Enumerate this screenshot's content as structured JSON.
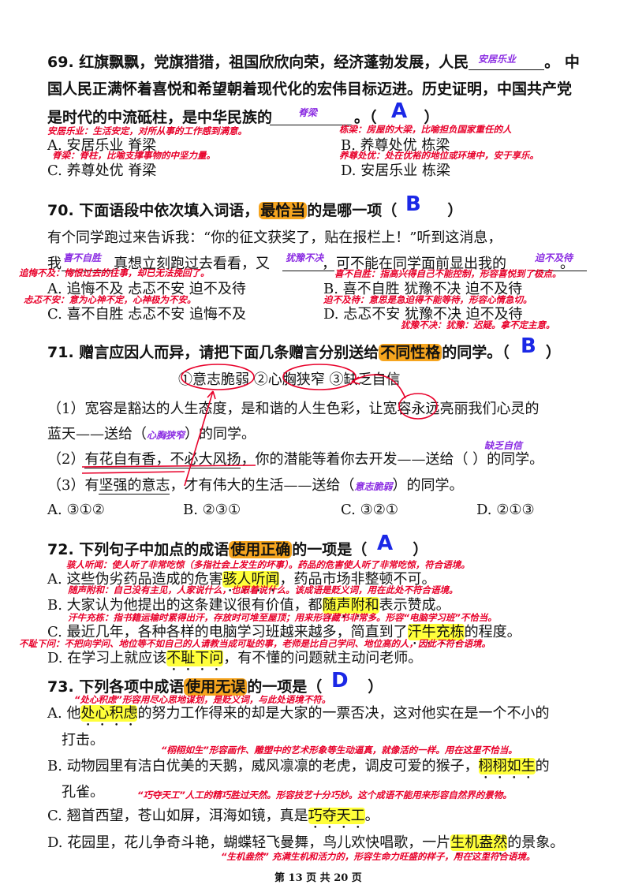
{
  "q69": {
    "line1a": "69. 红旗飘飘，党旗猎猎，祖国欣欣向荣，经济蓬勃发展，人民",
    "line1b": "。 中",
    "line2": "国人民正满怀着喜悦和希望朝着现代化的宏伟目标迈进。历史证明，中国共产党",
    "line3a": "是时代的中流砥柱，是中华民族的",
    "line3b": "。（",
    "line3c": "）",
    "fill1": "安居乐业",
    "fill2": "脊梁",
    "answer": "A",
    "noteL1": "安居乐业：生活安定，对所从事的工作感到满意。",
    "noteR1": "栋梁：房屋的大梁，比喻担负国家重任的人",
    "noteL2": "脊梁：脊柱，比喻支撑事物的中坚力量。",
    "noteR2": "养尊处优：处在优裕的地位或环境中，安于享乐。",
    "optA": "A. 安居乐业  脊梁",
    "optB": "B. 养尊处优  栋梁",
    "optC": "C. 养尊处优  脊梁",
    "optD": "D. 安居乐业  栋梁"
  },
  "q70": {
    "stem_a": "70. 下面语段中依次填入词语，",
    "stem_hl": "最恰当",
    "stem_b": "的是哪一项（",
    "stem_c": "）",
    "answer": "B",
    "line1": "有个同学跑过来告诉我：“你的征文获奖了，贴在报栏上！”听到这消息，",
    "line2a": "我",
    "line2b": "真想立刻跑过去看看，又",
    "line2c": "，可不能在同学面前显出我的",
    "line2d": "。",
    "fill1": "喜不自胜",
    "fill2": "犹豫不决",
    "fill3": "迫不及待",
    "noteL1": "追悔不及：悔恨过去的往事，却已无法挽回了。",
    "noteR1": "喜不自胜：指高兴得自己不能控制，形容喜悦到了极点。",
    "optA": "A. 追悔不及   忐忑不安   迫不及待",
    "optB": "B. 喜不自胜   犹豫不决   迫不及待",
    "noteL2": "忐忑不安：意为心神不定，心神极为不安。",
    "noteR2": "迫不及待：意思是急迫得不能等待，形容心情急切。",
    "optC": "C. 喜不自胜   忐忑不安   追悔不及",
    "optD": "D. 忐忑不安   犹豫不决   迫不及待",
    "noteR3": "犹豫不决：犹豫：迟疑。拿不定主意。"
  },
  "q71": {
    "stem_a": "71. 赠言应因人而异，请把下面几条赠言分别送给",
    "stem_hl": "不同性格",
    "stem_b": "的同学。（",
    "stem_c": "）",
    "answer": "B",
    "traits": "①意志脆弱     ②心胸狭窄     ③缺乏自信",
    "s1a": "（1）宽容是豁达的人生态度，是和谐的人生色彩，让",
    "s1w": "宽容",
    "s1b": "永远亮丽我们心灵的",
    "s1c": "蓝天——送给（",
    "s1fill": "心胸狭窄",
    "s1d": "）的同学。",
    "fill2": "缺乏自信",
    "s2a": "（2）",
    "s2u": "有花自有香，不必大风扬",
    "s2b": "，你的潜能等着你去开发——送给（     ）的同学。",
    "s3a": "（3）有",
    "s3u": "坚强的意志",
    "s3b": "，才有伟大的生活——送给（",
    "s3fill": "意志脆弱",
    "s3c": "）的同学。",
    "optA": "A. ③①②",
    "optB": "B. ②③①",
    "optC": "C. ③②①",
    "optD": "D. ②①③"
  },
  "q72": {
    "stem_a": "72. 下列句子中加点的成语",
    "stem_hl": "使用正确",
    "stem_b": "的一项是（",
    "stem_c": "）",
    "answer": "A",
    "note1": "骇人听闻：使人听了非常吃惊（多指社会上发生的坏事）。药品的危害使人听了非常吃惊，符合语境。",
    "optA1": "A. 这些伪劣药品造成的危害",
    "optAw": "骇人听闻",
    "optA2": "，药品市场非整顿不可。",
    "note2": "随声附和：自己没有主见，人家说什么，也跟着说什么。该成语是贬义词，用在此处不符合语境。",
    "optB1": "B. 大家认为他提出的这条建议很有价值，都",
    "optBw": "随声附和",
    "optB2": "表示赞成。",
    "note3": "汗牛充栋：指书籍运输时累得出汗，存放时可堆至屋顶；用来形容藏书非常多。形容“电脑学习班”不恰当。",
    "optC1": "C. 最近几年，各种各样的电脑学习班越来越多，简直到了",
    "optCw": "汗牛充栋",
    "optC2": "的程度。",
    "note4": "不耻下问：不把向学问、地位等不如自己的人请教当成可耻的事，老师是比自己学问、地位高的人，因此不符合语境。",
    "optD1": "D. 在学习上就应该",
    "optDw": "不耻下问",
    "optD2": "，有不懂的问题就主动问老师。"
  },
  "q73": {
    "stem_a": "73. 下列各项中成语",
    "stem_hl": "使用无误",
    "stem_b": "的一项是（",
    "stem_c": "）",
    "answer": "D",
    "note1": "“处心积虑”形容用尽心思地谋划，是贬义词，与此处语境不符。",
    "optA1": "A. 他",
    "optAw": "处心积虑",
    "optA2": "的努力工作得来的却是大家的一票否决，这对他实在是一个不小的",
    "optA3": "打击。",
    "note2": "“栩栩如生”形容画作、雕塑中的艺术形象等生动逼真，就像活的一样。用在这里不恰当。",
    "optB1": "B. 动物园里有洁白优美的天鹅，威风凛凛的老虎，调皮可爱的猴子，",
    "optBw": "栩栩如生",
    "optB2": "的",
    "optB3": "孔雀。",
    "note3": "“巧夺天工”人工的精巧胜过天然。形容技艺十分巧妙。这个成语不能用来形容自然界的景物。",
    "optC1": "C. 翘首西望，苍山如屏，洱海如镜，真是",
    "optCw": "巧夺天工",
    "optC2": "。",
    "optD1": "D. 花园里，花儿争奇斗艳，蝴蝶轻飞曼舞，鸟儿欢快唱歌，一片",
    "optDw": "生机盎然",
    "optD2": "的景象。",
    "note4": "“生机盎然” 充满生机和活力的，形容生命力旺盛的样子，用在这里符合语境。"
  },
  "footer": "第 13 页 共 20 页",
  "colors": {
    "note": "#e8002a",
    "answer": "#1b28e6",
    "fill": "#8a2be2",
    "highlight_orange": "#f6a51f",
    "highlight_yellow": "#ffff3a"
  }
}
